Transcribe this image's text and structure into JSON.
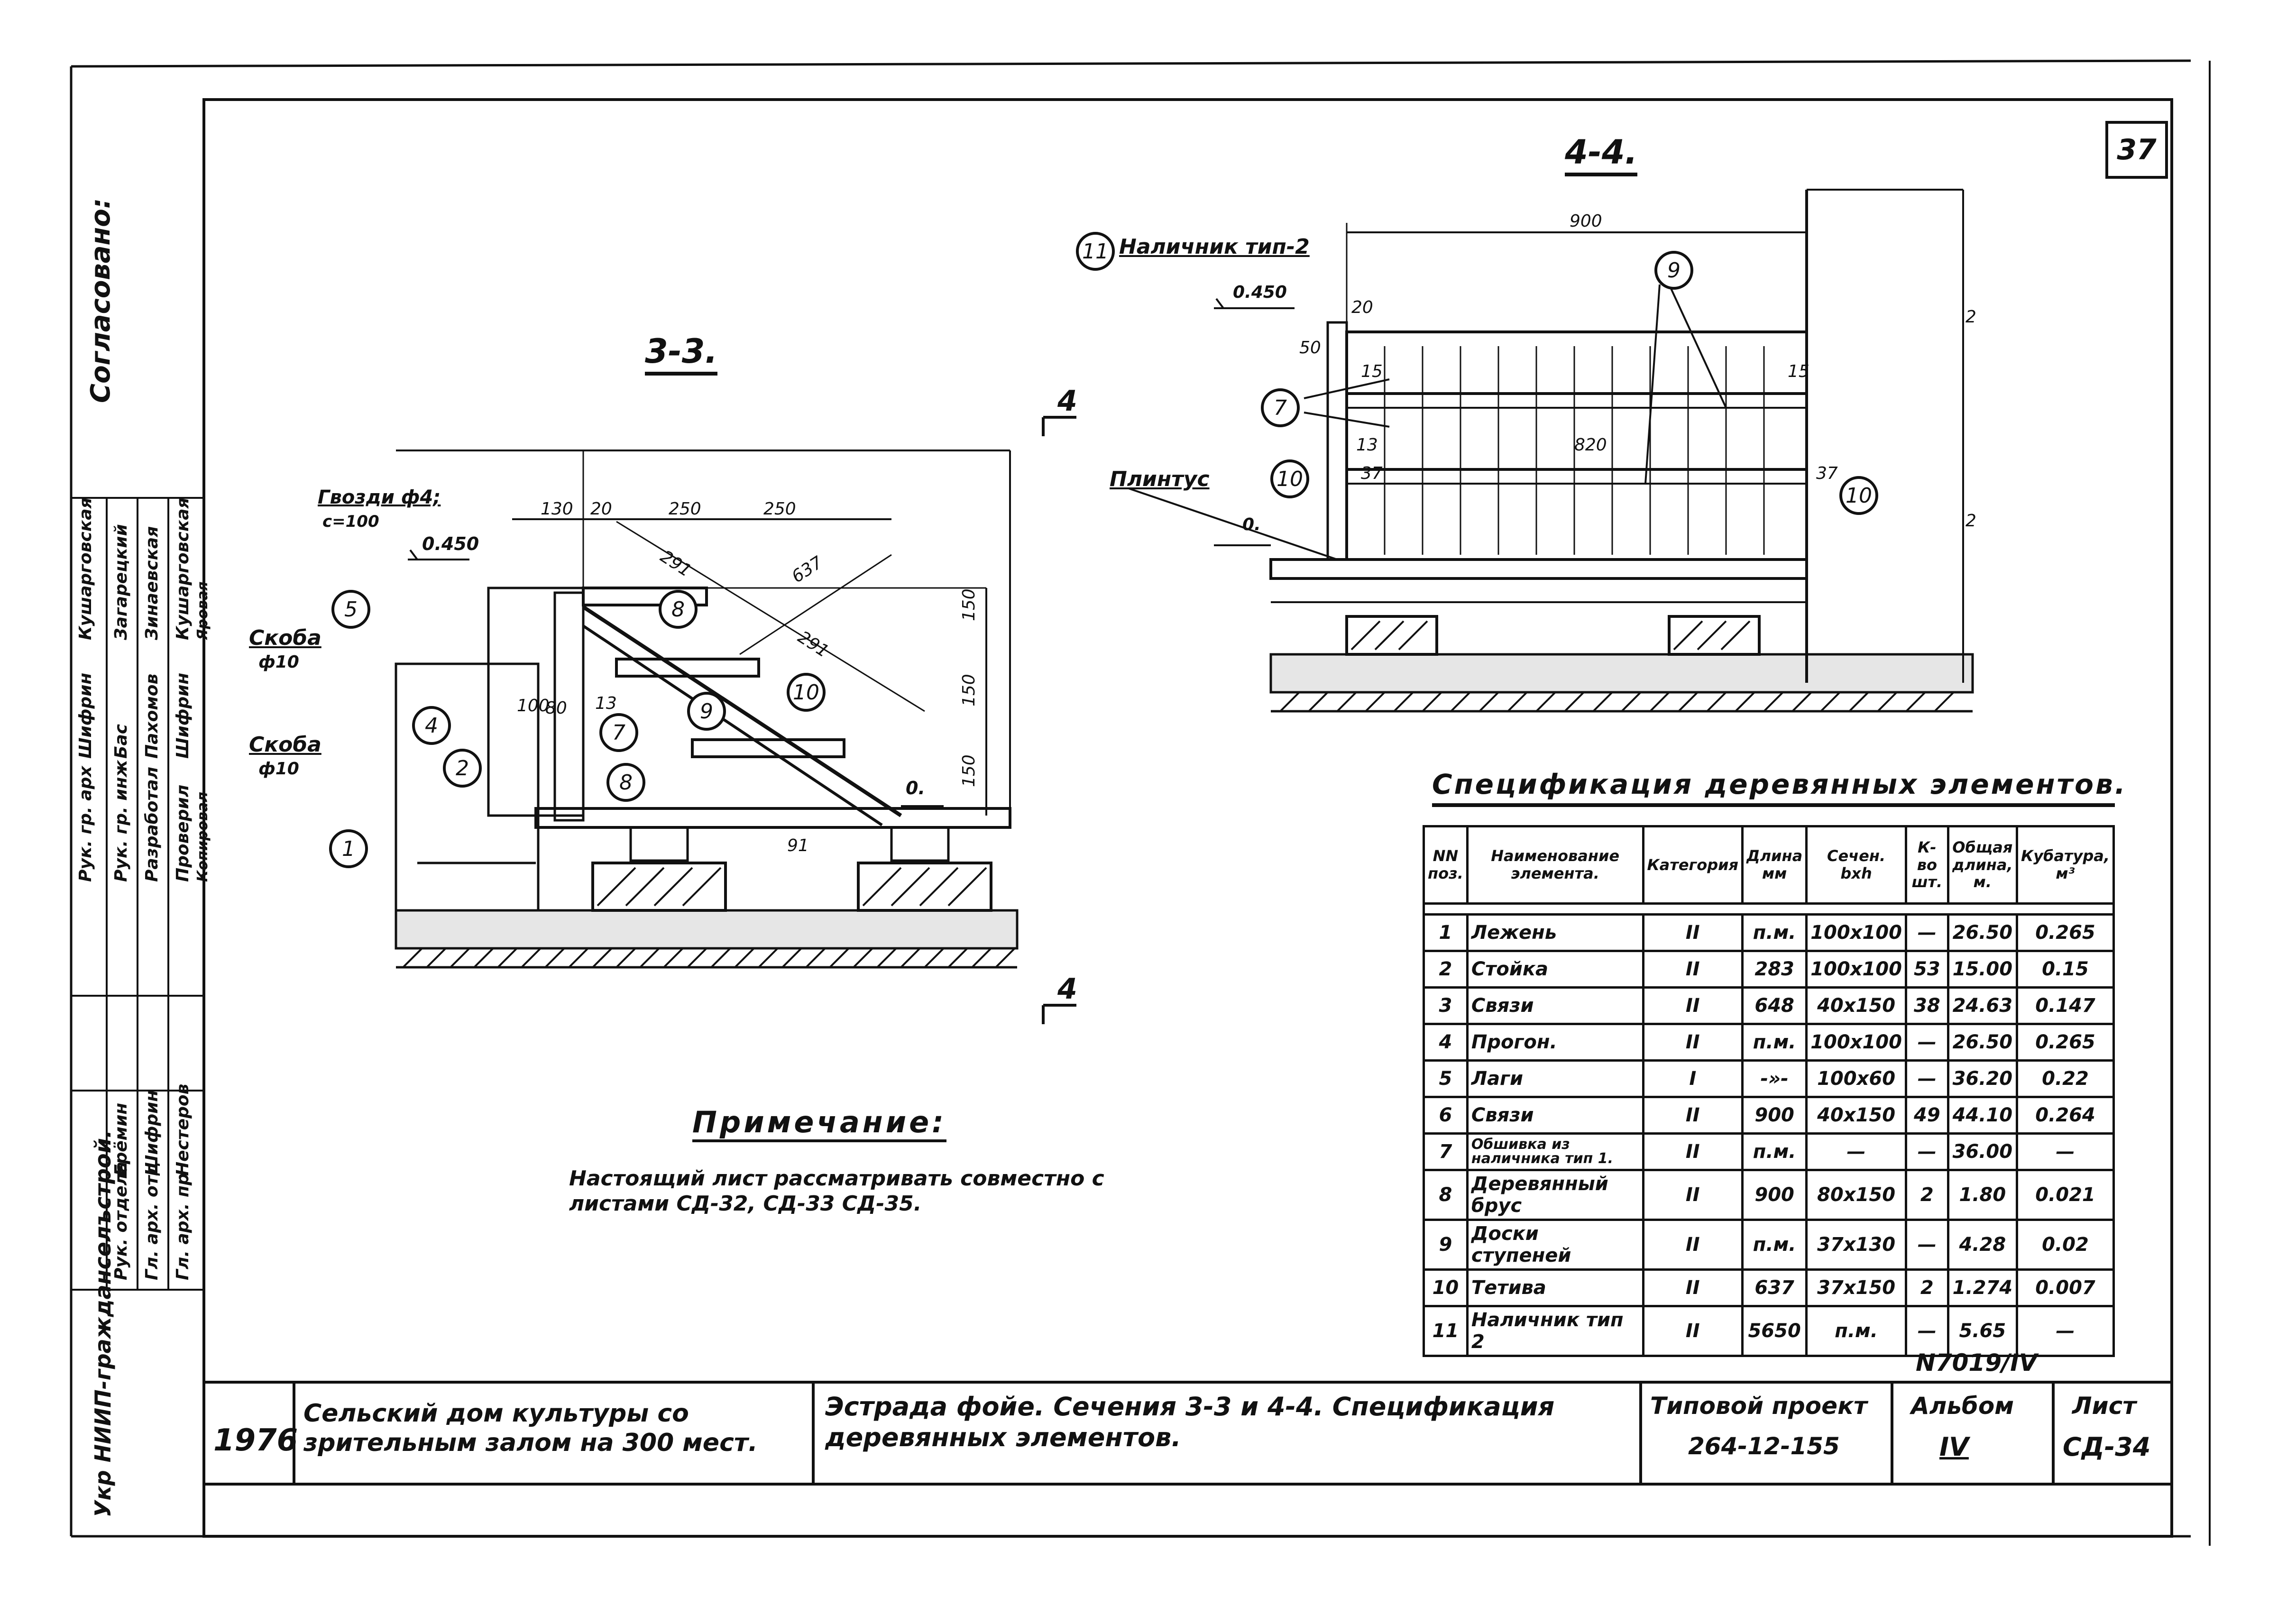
{
  "page_number": "37",
  "section_titles": {
    "left": "3-3.",
    "right": "4-4."
  },
  "cut_markers": {
    "top": "4",
    "bottom": "4"
  },
  "labels_33": {
    "nails": "Гвозди ф4;",
    "nails_step": "с=100",
    "bracket1": "Скоба",
    "bracket1_d": "ф10",
    "bracket2": "Скоба",
    "bracket2_d": "ф10",
    "level": "0.450",
    "zero": "0.",
    "dims": [
      "130",
      "20",
      "250",
      "250",
      "100",
      "80",
      "291",
      "291",
      "637",
      "150",
      "150",
      "150",
      "13",
      "91"
    ],
    "callouts": [
      "1",
      "2",
      "4",
      "5",
      "7",
      "8",
      "8",
      "9",
      "10"
    ]
  },
  "labels_44": {
    "casing": "Наличник тип-2",
    "plinth": "Плинтус",
    "level": "0.450",
    "zero": "0.",
    "dims": [
      "900",
      "820",
      "13",
      "37",
      "37",
      "15",
      "50",
      "20",
      "15",
      "2",
      "2"
    ],
    "callouts": [
      "11",
      "9",
      "7",
      "10",
      "10"
    ]
  },
  "note": {
    "title": "Примечание:",
    "text": "Настоящий лист рассматривать совместно с листами СД-32, СД-33 СД-35."
  },
  "spec": {
    "title": "Спецификация деревянных элементов.",
    "headers": [
      "NN поз.",
      "Наименование элемента.",
      "Категория",
      "Длина мм",
      "Сечен. bxh",
      "К-во шт.",
      "Общая длина, м.",
      "Кубатура, м³"
    ],
    "rows": [
      [
        "1",
        "Лежень",
        "II",
        "п.м.",
        "100x100",
        "—",
        "26.50",
        "0.265"
      ],
      [
        "2",
        "Стойка",
        "II",
        "283",
        "100x100",
        "53",
        "15.00",
        "0.15"
      ],
      [
        "3",
        "Связи",
        "II",
        "648",
        "40x150",
        "38",
        "24.63",
        "0.147"
      ],
      [
        "4",
        "Прогон.",
        "II",
        "п.м.",
        "100x100",
        "—",
        "26.50",
        "0.265"
      ],
      [
        "5",
        "Лаги",
        "I",
        "-»-",
        "100x60",
        "—",
        "36.20",
        "0.22"
      ],
      [
        "6",
        "Связи",
        "II",
        "900",
        "40x150",
        "49",
        "44.10",
        "0.264"
      ],
      [
        "7",
        "Обшивка из наличника тип 1.",
        "II",
        "п.м.",
        "—",
        "—",
        "36.00",
        "—"
      ],
      [
        "8",
        "Деревянный брус",
        "II",
        "900",
        "80x150",
        "2",
        "1.80",
        "0.021"
      ],
      [
        "9",
        "Доски ступеней",
        "II",
        "п.м.",
        "37x130",
        "—",
        "4.28",
        "0.02"
      ],
      [
        "10",
        "Тетива",
        "II",
        "637",
        "37x150",
        "2",
        "1.274",
        "0.007"
      ],
      [
        "11",
        "Наличник тип 2",
        "II",
        "5650",
        "п.м.",
        "—",
        "5.65",
        "—"
      ]
    ]
  },
  "doc_number": "N7019/IV",
  "title_block": {
    "org": "Укр НИИП-гражданселъстрой.",
    "year": "1976",
    "project_name": "Сельский дом культуры со зрительным залом на 300 мест.",
    "sheet_desc": "Эстрада фойе. Сечения 3-3 и 4-4. Спецификация деревянных элементов.",
    "type_label": "Типовой проект",
    "type_num": "264-12-155",
    "album_label": "Альбом",
    "album_num": "IV",
    "sheet_label": "Лист",
    "sheet_num": "СД-34"
  },
  "side_block": {
    "agreed": "Согласовано:",
    "rows": [
      [
        "Рук. отдела",
        "Ерёмин",
        "Рук. гр. арх",
        "Шифрин",
        "Кушарговская"
      ],
      [
        "Гл. арх. отд",
        "Шифрин",
        "Рук. гр. инж",
        "Бас",
        "Загарецкий"
      ],
      [
        "Гл. арх. пр",
        "Нестеров",
        "Разработал",
        "Пахомов",
        "Зинаевская"
      ],
      [
        "",
        "",
        "Проверил",
        "Шифрин",
        "Кушарговская"
      ],
      [
        "",
        "",
        "Копировал",
        "",
        "Яровая"
      ]
    ]
  }
}
